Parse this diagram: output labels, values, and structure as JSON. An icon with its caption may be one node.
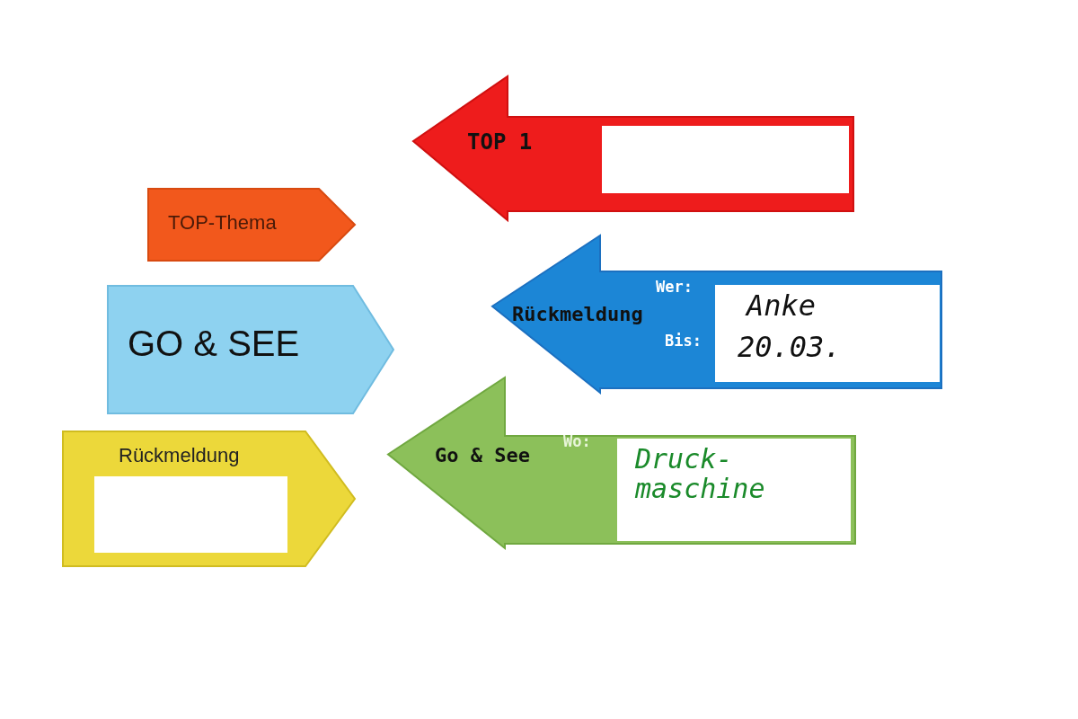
{
  "diagram": {
    "nodes": [
      {
        "text": [
          "TOP 1"
        ]
      },
      {
        "text": [
          "TOP-Thema"
        ]
      },
      {
        "text": [
          "Wer:",
          "Rückmeldung",
          "Bis:",
          "Anke",
          "20.03."
        ]
      },
      {
        "text": [
          "GO & SEE"
        ]
      },
      {
        "text": [
          "Wo:",
          "Go & See",
          "Druck- maschine"
        ]
      },
      {
        "text": [
          "Rückmeldung"
        ]
      }
    ]
  }
}
